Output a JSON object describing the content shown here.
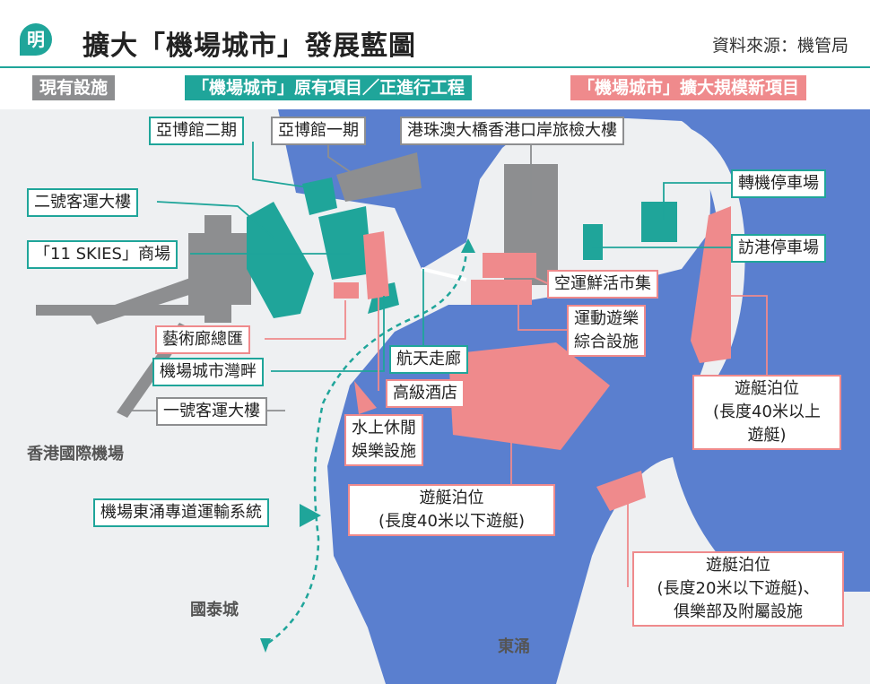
{
  "header": {
    "logo_text": "明",
    "title": "擴大「機場城市」發展藍圖",
    "source": "資料來源：機管局"
  },
  "legend": {
    "existing": "現有設施",
    "original": "「機場城市」原有項目／正進行工程",
    "new": "「機場城市」擴大規模新項目"
  },
  "labels": {
    "asia_expo_2": "亞博館二期",
    "asia_expo_1": "亞博館一期",
    "hzmb_building": "港珠澳大橋香港口岸旅檢大樓",
    "t2": "二號客運大樓",
    "skies_mall": "「11 SKIES」商場",
    "transfer_carpark": "轉機停車場",
    "visitor_carpark": "訪港停車場",
    "air_fresh_market": "空運鮮活市集",
    "sports_line1": "運動遊樂",
    "sports_line2": "綜合設施",
    "arts_gallery": "藝術廊總匯",
    "waterfront": "機場城市灣畔",
    "aero_walk": "航天走廊",
    "hotel": "高級酒店",
    "t1": "一號客運大樓",
    "water_rec_line1": "水上休閒",
    "water_rec_line2": "娛樂設施",
    "yacht_large_line1": "遊艇泊位",
    "yacht_large_line2": "(長度40米以上",
    "yacht_large_line3": "遊艇)",
    "yacht_medium_line1": "遊艇泊位",
    "yacht_medium_line2": "(長度40米以下遊艇)",
    "yacht_small_line1": "遊艇泊位",
    "yacht_small_line2": "(長度20米以下遊艇)、",
    "yacht_small_line3": "俱樂部及附屬設施",
    "transport_system": "機場東涌專道運輸系統"
  },
  "places": {
    "hkia": "香港國際機場",
    "cathay_city": "國泰城",
    "tung_chung": "東涌"
  },
  "colors": {
    "teal": "#1fa59a",
    "grey": "#8d8e90",
    "pink": "#ef8a8c",
    "water": "#5a7fcf",
    "land": "#eef0f2"
  }
}
